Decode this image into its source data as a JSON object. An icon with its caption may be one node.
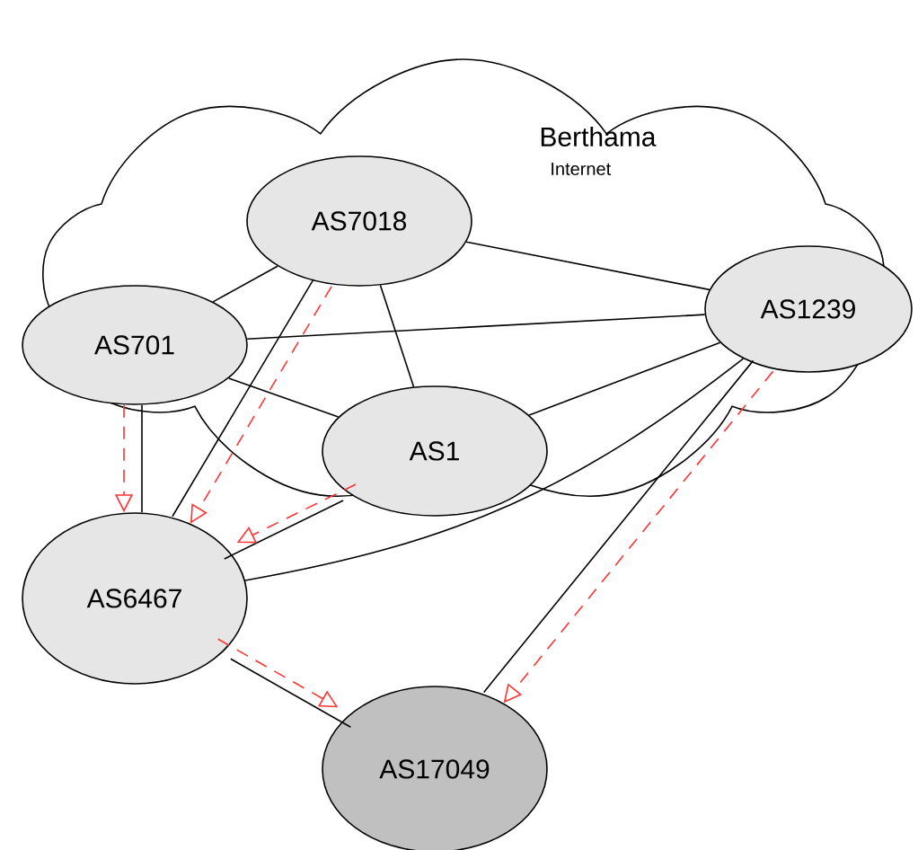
{
  "diagram": {
    "nodes": [
      {
        "text": [
          "Berthama",
          "Internet"
        ]
      },
      {
        "text": [
          "AS7018"
        ],
        "in": 0
      },
      {
        "text": [
          "AS701"
        ]
      },
      {
        "text": [
          "AS1239"
        ]
      },
      {
        "text": [
          "AS1"
        ],
        "in": 0
      },
      {
        "text": [
          "AS6467"
        ]
      },
      {
        "text": [
          "AS17049"
        ]
      }
    ],
    "edges": [
      {
        "from": 1,
        "to": 2,
        "arrow": "none"
      },
      {
        "from": 1,
        "to": 3,
        "arrow": "none"
      },
      {
        "from": 2,
        "to": 3,
        "arrow": "none"
      },
      {
        "from": 1,
        "to": 4,
        "arrow": "none"
      },
      {
        "from": 2,
        "to": 4,
        "arrow": "none"
      },
      {
        "from": 4,
        "to": 3,
        "arrow": "none"
      },
      {
        "from": 2,
        "to": 5,
        "arrow": "none"
      },
      {
        "from": 1,
        "to": 5,
        "arrow": "none"
      },
      {
        "from": 4,
        "to": 5,
        "arrow": "none"
      },
      {
        "from": 3,
        "to": 5,
        "arrow": "none"
      },
      {
        "from": 3,
        "to": 6,
        "arrow": "none"
      },
      {
        "from": 5,
        "to": 6,
        "arrow": "none"
      },
      {
        "from": 2,
        "to": 5,
        "arrow": "to",
        "style": "dashed",
        "color": "#ff3333"
      },
      {
        "from": 1,
        "to": 5,
        "arrow": "to",
        "style": "dashed",
        "color": "#ff3333"
      },
      {
        "from": 4,
        "to": 5,
        "arrow": "to",
        "style": "dashed",
        "color": "#ff3333"
      },
      {
        "from": 3,
        "to": 6,
        "arrow": "to",
        "style": "dashed",
        "color": "#ff3333"
      },
      {
        "from": 5,
        "to": 6,
        "arrow": "to",
        "style": "dashed",
        "color": "#ff3333"
      }
    ]
  }
}
